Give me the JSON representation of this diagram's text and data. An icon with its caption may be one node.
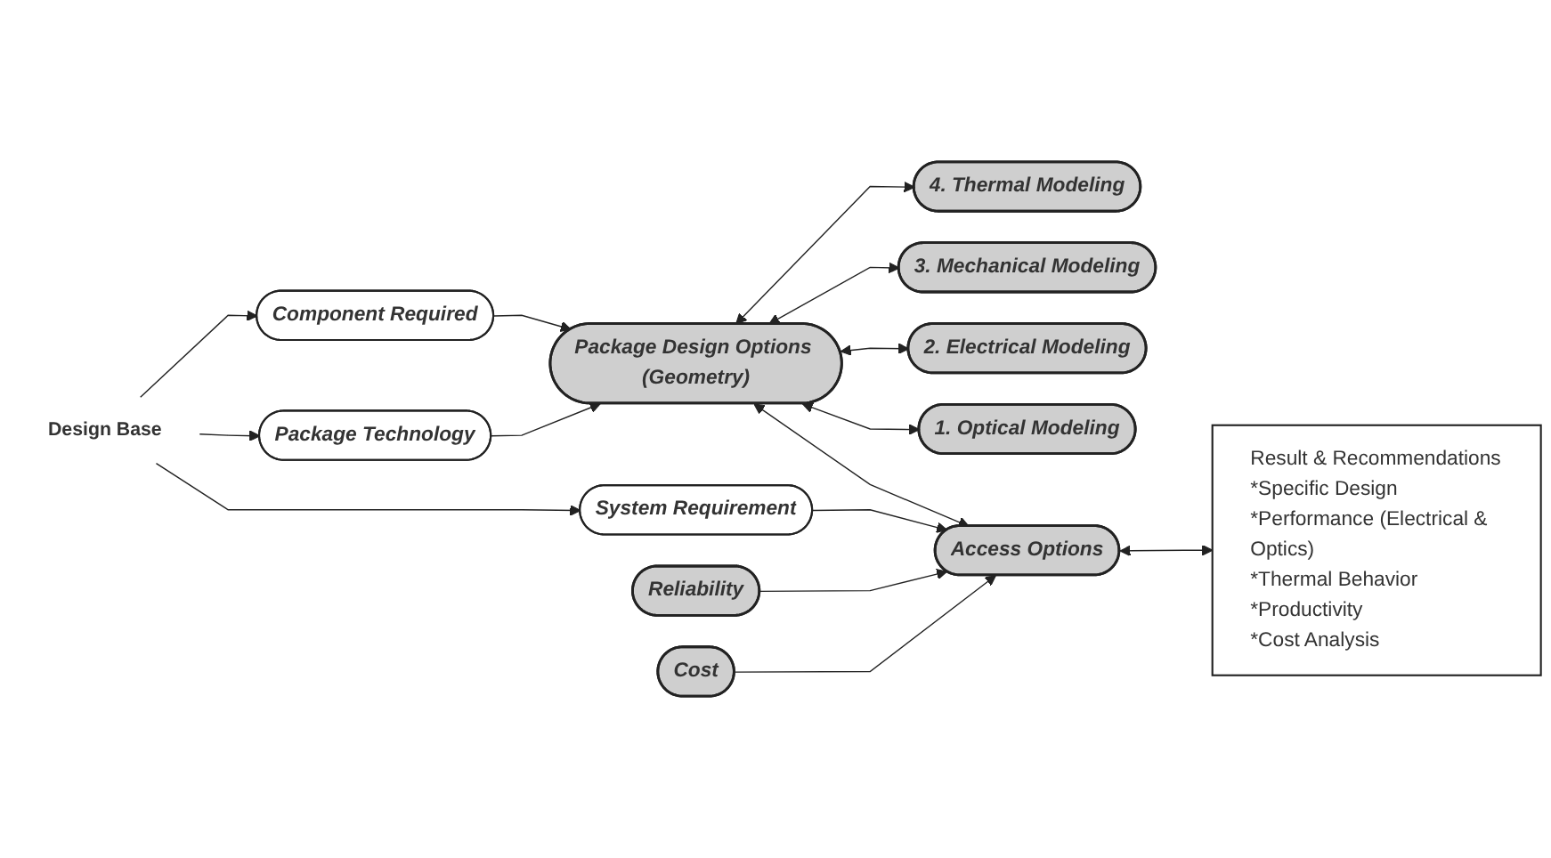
{
  "diagram": {
    "nodes": [
      {
        "text": [
          "Design Base"
        ]
      },
      {
        "text": [
          "System Requirement"
        ]
      },
      {
        "text": [
          "Package Technology"
        ]
      },
      {
        "text": [
          "Component Required"
        ]
      },
      {
        "text": [
          "Package Design Options (Geometry)"
        ]
      },
      {
        "text": [
          "Reliability"
        ]
      },
      {
        "text": [
          "Cost"
        ]
      },
      {
        "text": [
          "Access Options"
        ]
      },
      {
        "text": [
          "Result & Recommendations",
          "*Specific Design",
          "*Performance (Electrical & Optics)",
          "*Thermal Behavior",
          "*Productivity",
          "*Cost Analysis"
        ]
      },
      {
        "text": [
          "1. Optical Modeling"
        ]
      },
      {
        "text": [
          "2. Electrical Modeling"
        ]
      },
      {
        "text": [
          "3. Mechanical Modeling"
        ]
      },
      {
        "text": [
          "4. Thermal Modeling"
        ]
      }
    ],
    "edges": [
      {
        "from": 0,
        "to": 1,
        "arrow": "to"
      },
      {
        "from": 0,
        "to": 2,
        "arrow": "to"
      },
      {
        "from": 0,
        "to": 3,
        "arrow": "to"
      },
      {
        "from": 1,
        "to": 7,
        "arrow": "to"
      },
      {
        "from": 2,
        "to": 4,
        "arrow": "to"
      },
      {
        "from": 3,
        "to": 4,
        "arrow": "to"
      },
      {
        "from": 4,
        "to": 7,
        "arrow": "both"
      },
      {
        "from": 5,
        "to": 7,
        "arrow": "to"
      },
      {
        "from": 6,
        "to": 7,
        "arrow": "to"
      },
      {
        "from": 7,
        "to": 8,
        "arrow": "both"
      },
      {
        "from": 4,
        "to": 9,
        "arrow": "both"
      },
      {
        "from": 4,
        "to": 10,
        "arrow": "both"
      },
      {
        "from": 4,
        "to": 11,
        "arrow": "both"
      },
      {
        "from": 4,
        "to": 12,
        "arrow": "both"
      }
    ]
  }
}
